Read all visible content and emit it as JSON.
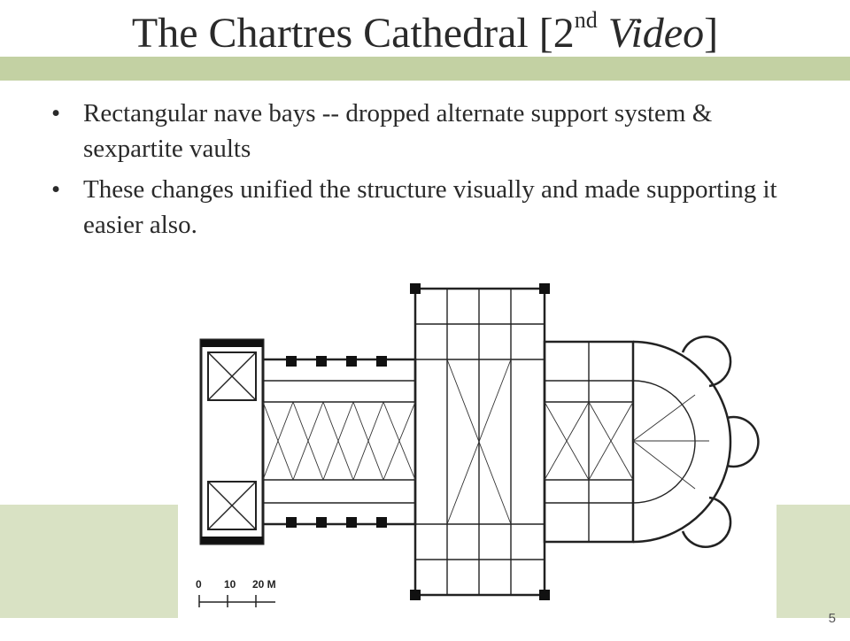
{
  "slide": {
    "title_part1": "The Chartres Cathedral [2",
    "title_sup": "nd",
    "title_part2": " Video",
    "title_part3": "]",
    "bullets": [
      {
        "marker": "•",
        "text": "Rectangular nave bays -- dropped alternate support system & sexpartite vaults"
      },
      {
        "marker": "•",
        "text": "These changes unified the structure visually and made supporting it easier also."
      }
    ],
    "slide_number": "5",
    "colors": {
      "band_top": "#c3d1a3",
      "band_bottom": "#d9e2c4"
    }
  },
  "figure": {
    "scale_ticks": [
      "0",
      "10",
      "20 M"
    ]
  }
}
